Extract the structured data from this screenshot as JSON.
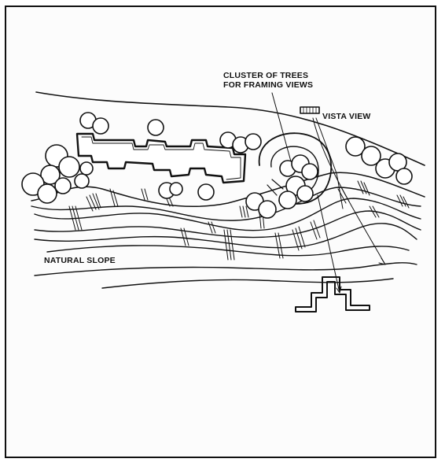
{
  "labels": {
    "cluster_line1": "CLUSTER OF TREES",
    "cluster_line2": "FOR FRAMING VIEWS",
    "vista": "VISTA VIEW",
    "slope": "NATURAL SLOPE"
  },
  "colors": {
    "ink": "#111111",
    "paper": "#fcfcfc"
  }
}
